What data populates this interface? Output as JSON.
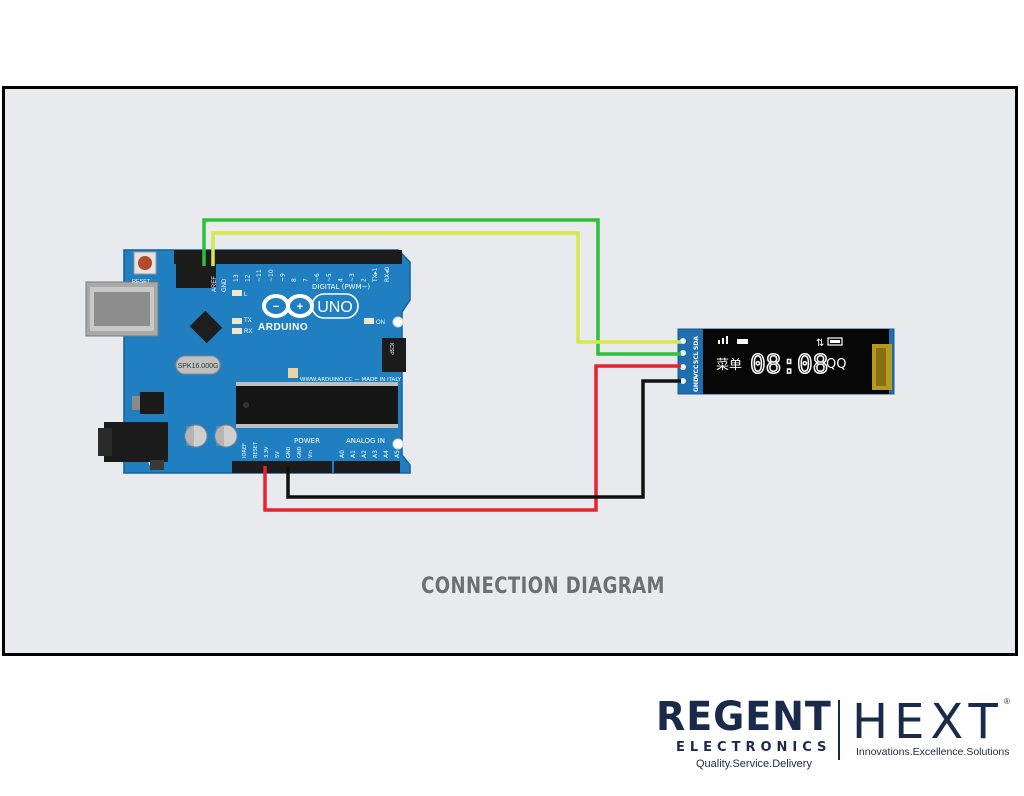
{
  "diagram": {
    "caption": "CONNECTION DIAGRAM"
  },
  "arduino": {
    "brand": "ARDUINO",
    "model": "UNO",
    "header_digital": "DIGITAL (PWM~)",
    "header_power": "POWER",
    "header_analog": "ANALOG IN",
    "url_text": "WWW.ARDUINO.CC — MADE IN ITALY",
    "crystal": "SPK16.000G",
    "reset": "RESET",
    "on": "ON",
    "tx": "TX",
    "rx": "RX",
    "l": "L",
    "icsp": "ICSP",
    "aref": "AREF",
    "gnd": "GND",
    "pins_digital": [
      "13",
      "12",
      "~11",
      "~10",
      "~9",
      "8",
      "7",
      "~6",
      "~5",
      "4",
      "~3",
      "2",
      "TX▸1",
      "RX◂0"
    ],
    "pins_power": [
      "IOREF",
      "RESET",
      "3.3V",
      "5V",
      "GND",
      "GND",
      "Vin"
    ],
    "pins_analog": [
      "A0",
      "A1",
      "A2",
      "A3",
      "A4",
      "A5"
    ]
  },
  "oled": {
    "pins": [
      "GND",
      "VCC",
      "SCL",
      "SDA"
    ],
    "text_cn": "菜单",
    "time": "08:08",
    "qq": "QQ"
  },
  "wires": {
    "colors": {
      "green": "#2fbf3a",
      "yellow": "#d6e84a",
      "red": "#e8232b",
      "black": "#111111"
    }
  },
  "branding": {
    "regent_name": "REGENT",
    "regent_sub": "ELECTRONICS",
    "regent_tag": "Quality.Service.Delivery",
    "hext_name": "HEXT",
    "hext_reg": "®",
    "hext_tag": "Innovations.Excellence.Solutions"
  }
}
